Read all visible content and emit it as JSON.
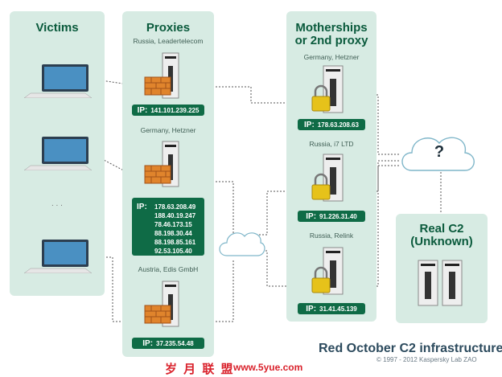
{
  "columns": {
    "victims": {
      "title": "Victims",
      "ellipsis": ". . ."
    },
    "proxies": {
      "title": "Proxies"
    },
    "motherships": {
      "title_line1": "Motherships",
      "title_line2": "or 2nd proxy"
    },
    "real_c2": {
      "title_line1": "Real C2",
      "title_line2": "(Unknown)"
    }
  },
  "proxies": [
    {
      "location": "Russia, Leadertelecom",
      "ip_label": "IP:",
      "ip": "141.101.239.225"
    },
    {
      "location": "Germany, Hetzner",
      "ip_label": "IP:",
      "ips": [
        "178.63.208.49",
        "188.40.19.247",
        "78.46.173.15",
        "88.198.30.44",
        "88.198.85.161",
        "92.53.105.40"
      ]
    },
    {
      "location": "Austria, Edis GmbH",
      "ip_label": "IP:",
      "ip": "37.235.54.48"
    }
  ],
  "motherships": [
    {
      "location": "Germany, Hetzner",
      "ip_label": "IP:",
      "ip": "178.63.208.63"
    },
    {
      "location": "Russia, i7 LTD",
      "ip_label": "IP:",
      "ip": "91.226.31.40"
    },
    {
      "location": "Russia, Relink",
      "ip_label": "IP:",
      "ip": "31.41.45.139"
    }
  ],
  "unknown_cloud": {
    "label": "?"
  },
  "footer": {
    "title": "Red October C2 infrastructure",
    "copyright": "© 1997 - 2012 Kaspersky Lab ZAO"
  },
  "watermark": {
    "chinese": "岁 月 联 盟",
    "url": "www.5yue.com"
  },
  "colors": {
    "panel": "#d7ebe3",
    "accent": "#0f6b46",
    "title": "#0a5a3c",
    "firewall": "#e0842c",
    "lock": "#e6c21a"
  }
}
